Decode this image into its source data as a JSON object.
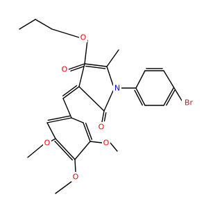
{
  "atoms": {
    "o_ester_carbonyl": "O",
    "o_ester_ether": "O",
    "n_ring": "N",
    "o_lactam": "O",
    "br": "Br",
    "o_methoxy_left": "O",
    "o_methoxy_right": "O",
    "o_methoxy_bottom": "O"
  },
  "colors": {
    "bond": "#000000",
    "oxygen": "#ff0000",
    "nitrogen": "#0000ff",
    "bromine": "#a52a2a"
  }
}
